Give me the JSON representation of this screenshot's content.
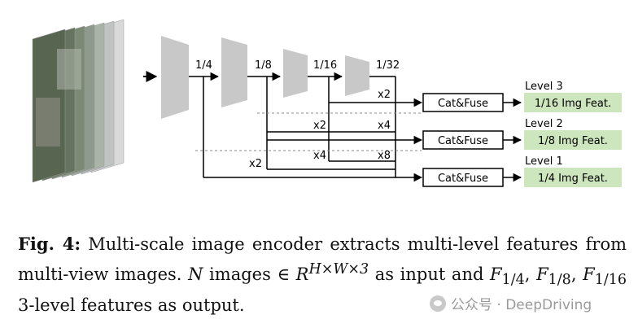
{
  "diagram": {
    "scales": [
      "1/4",
      "1/8",
      "1/16",
      "1/32"
    ],
    "upsample_labels": {
      "level3": [
        "x2"
      ],
      "level2": [
        "x2",
        "x4"
      ],
      "level1": [
        "x2",
        "x4",
        "x8"
      ]
    },
    "fuse_label": "Cat&Fuse",
    "levels": [
      {
        "name": "Level 3",
        "feature": "1/16 Img Feat."
      },
      {
        "name": "Level 2",
        "feature": "1/8 Img Feat."
      },
      {
        "name": "Level 1",
        "feature": "1/4 Img Feat."
      }
    ],
    "colors": {
      "feature_box": "#cde6bd",
      "encoder_block": "#c8c8c8",
      "dashed": "#888888"
    }
  },
  "caption": {
    "fig_label": "Fig. 4:",
    "part1": " Multi-scale image encoder extracts multi-level features from multi-view images. ",
    "var_n": "N",
    "part2": " images ∈ ",
    "var_r": "R",
    "exponent": "H×W×3",
    "part3": " as input and ",
    "f1": "F",
    "f1_sub": "1/4",
    "sep1": ", ",
    "f2": "F",
    "f2_sub": "1/8",
    "sep2": ", ",
    "f3": "F",
    "f3_sub": "1/16",
    "part4": " 3-level features as output."
  },
  "watermark": {
    "text": "公众号 · DeepDriving"
  }
}
